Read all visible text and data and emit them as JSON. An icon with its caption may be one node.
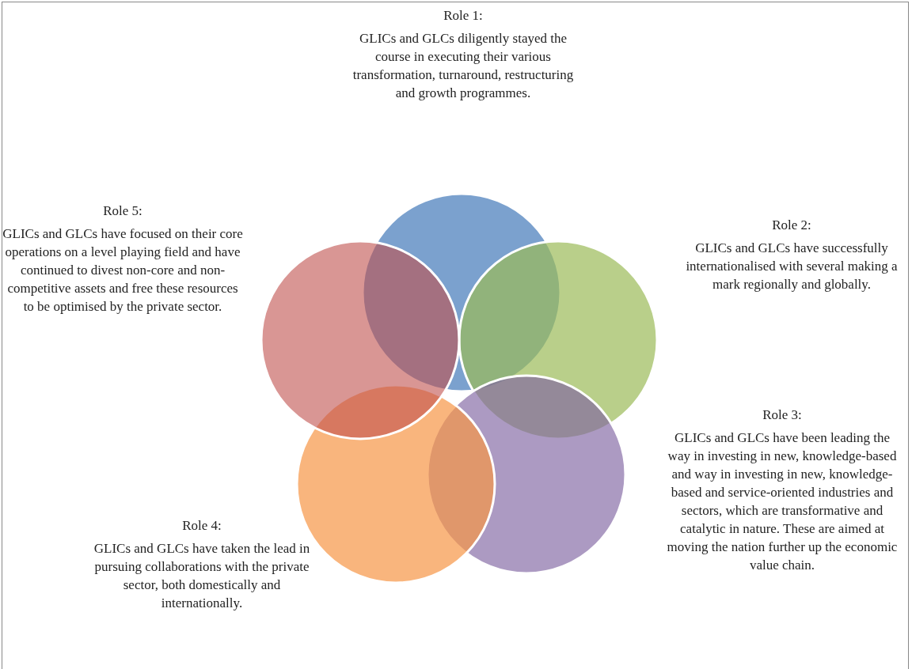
{
  "diagram": {
    "nodes": [
      {
        "text": [],
        "shape": "circle",
        "beside": [
          "Role 1:",
          "GLICs and GLCs diligently stayed the course in executing their various transformation, turnaround, restructuring and growth programmes."
        ]
      },
      {
        "text": [],
        "shape": "circle",
        "beside": [
          "Role 2:",
          "GLICs and GLCs have successfully internationalised with several making a mark regionally and globally."
        ]
      },
      {
        "text": [],
        "shape": "circle",
        "beside": [
          "Role 3:",
          "GLICs and GLCs have been leading the way in investing in new, knowledge-based and way in investing in new, knowledge-based and service-oriented industries and sectors, which are transformative and catalytic in nature. These are aimed at moving the nation further up the economic value chain."
        ]
      },
      {
        "text": [],
        "shape": "circle",
        "beside": [
          "Role 4:",
          "GLICs and GLCs have taken the lead in pursuing collaborations with the private sector, both domestically and internationally."
        ]
      },
      {
        "text": [],
        "shape": "circle",
        "beside": [
          "Role 5:",
          "GLICs and GLCs have focused on their core operations on a level playing field and have continued to divest non-core and non-competitive assets and free these resources to be optimised by the private sector."
        ]
      }
    ],
    "edges": []
  }
}
